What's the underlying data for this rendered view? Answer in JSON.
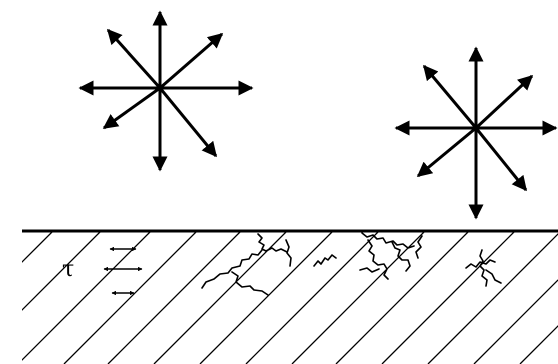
{
  "diagram": {
    "shear_symbol": "τ",
    "line_color": "#000000",
    "background_color": "#ffffff",
    "elements": {
      "stress_star_left": "eight-direction-stress-arrows",
      "stress_star_right": "eight-direction-stress-arrows",
      "surface": "material-surface-line",
      "hatching": "diagonal-hatch-material",
      "shear_arrows": "double-headed-arrows",
      "cracks": "zigzag-cracks"
    }
  }
}
